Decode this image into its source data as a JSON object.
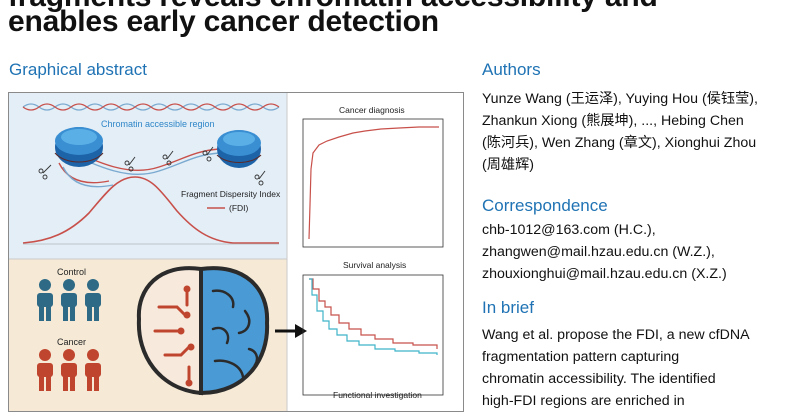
{
  "header": {
    "title_line1": "fragments reveals chromatin accessibility and",
    "title_line2": "enables early cancer detection"
  },
  "graphical_abstract": {
    "heading": "Graphical abstract",
    "chromatin_label": "Chromatin accessible region",
    "fdi_label_1": "Fragment Dispersity Index",
    "fdi_label_2": "(FDI)",
    "diagnosis_title": "Cancer diagnosis",
    "survival_title": "Survival analysis",
    "control_label": "Control",
    "cancer_label": "Cancer",
    "functional_title": "Functional investigation",
    "colors": {
      "red": "#c8504a",
      "blue": "#2f86c8",
      "cyan": "#3fb3c9",
      "panel_blue": "#e3eef7",
      "panel_beige": "#f6ead6"
    }
  },
  "authors": {
    "heading": "Authors",
    "lines": [
      "Yunze Wang (王运泽), Yuying Hou (侯钰莹),",
      "Zhankun Xiong (熊展坤), ..., Hebing Chen",
      "(陈河兵), Wen Zhang (章文), Xionghui Zhou",
      "(周雄辉)"
    ]
  },
  "correspondence": {
    "heading": "Correspondence",
    "lines": [
      "chb-1012@163.com (H.C.),",
      "zhangwen@mail.hzau.edu.cn (W.Z.),",
      "zhouxionghui@mail.hzau.edu.cn (X.Z.)"
    ]
  },
  "in_brief": {
    "heading": "In brief",
    "lines": [
      "Wang et al. propose the FDI, a new cfDNA",
      "fragmentation pattern capturing",
      "chromatin accessibility. The identified",
      "high-FDI regions are enriched in"
    ]
  }
}
